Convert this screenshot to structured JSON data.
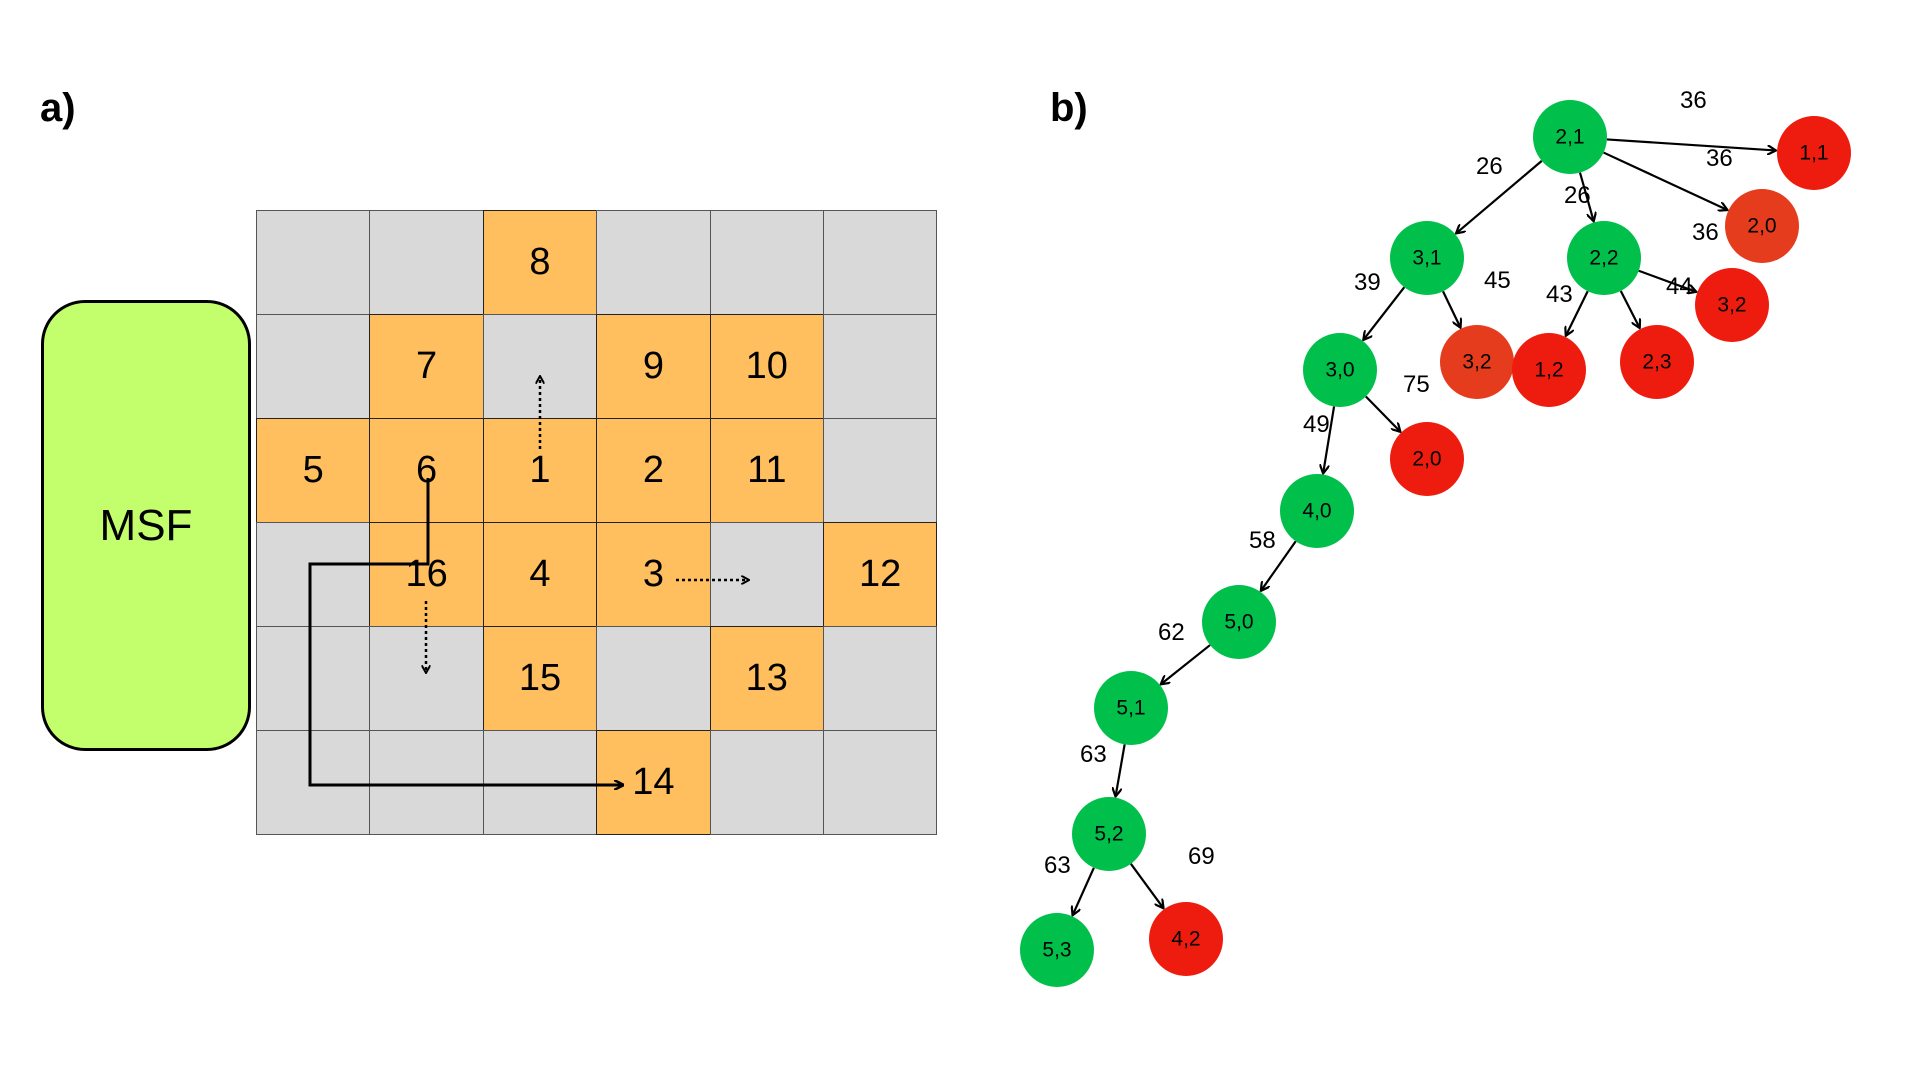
{
  "panel_a": {
    "label": "a)",
    "msf_label": "MSF",
    "rows": [
      [
        "",
        "",
        "8",
        "",
        "",
        ""
      ],
      [
        "",
        "7",
        "",
        "9",
        "10",
        ""
      ],
      [
        "5",
        "6",
        "1",
        "2",
        "11",
        ""
      ],
      [
        "",
        "16",
        "4",
        "3",
        "",
        "12"
      ],
      [
        "",
        "",
        "15",
        "",
        "13",
        ""
      ],
      [
        "",
        "",
        "",
        "14",
        "",
        ""
      ]
    ],
    "highlighted": [
      [
        false,
        false,
        true,
        false,
        false,
        false
      ],
      [
        false,
        true,
        false,
        true,
        true,
        false
      ],
      [
        true,
        true,
        true,
        true,
        true,
        false
      ],
      [
        false,
        true,
        true,
        true,
        false,
        true
      ],
      [
        false,
        false,
        true,
        false,
        true,
        false
      ],
      [
        false,
        false,
        false,
        true,
        false,
        false
      ]
    ],
    "colors": {
      "cell": "#d9d9d9",
      "highlight": "#ffbf5e",
      "msf": "#c3ff6c"
    }
  },
  "panel_b": {
    "label": "b)",
    "colors": {
      "explored": "#00c04b",
      "pruned": "#ee1c0e",
      "pruned_alt": "#e63c1e"
    },
    "nodes": [
      {
        "id": "n21",
        "label": "2,1",
        "status": "explored"
      },
      {
        "id": "n11",
        "label": "1,1",
        "status": "pruned"
      },
      {
        "id": "n20a",
        "label": "2,0",
        "status": "pruned_alt"
      },
      {
        "id": "n31",
        "label": "3,1",
        "status": "explored"
      },
      {
        "id": "n22",
        "label": "2,2",
        "status": "explored"
      },
      {
        "id": "n32a",
        "label": "3,2",
        "status": "pruned"
      },
      {
        "id": "n30",
        "label": "3,0",
        "status": "explored"
      },
      {
        "id": "n32b",
        "label": "3,2",
        "status": "pruned_alt"
      },
      {
        "id": "n12",
        "label": "1,2",
        "status": "pruned"
      },
      {
        "id": "n23",
        "label": "2,3",
        "status": "pruned"
      },
      {
        "id": "n20b",
        "label": "2,0",
        "status": "pruned"
      },
      {
        "id": "n40",
        "label": "4,0",
        "status": "explored"
      },
      {
        "id": "n50",
        "label": "5,0",
        "status": "explored"
      },
      {
        "id": "n51",
        "label": "5,1",
        "status": "explored"
      },
      {
        "id": "n52",
        "label": "5,2",
        "status": "explored"
      },
      {
        "id": "n53",
        "label": "5,3",
        "status": "explored"
      },
      {
        "id": "n42",
        "label": "4,2",
        "status": "pruned"
      }
    ],
    "edges": [
      {
        "from": "n21",
        "to": "n11",
        "label": "36"
      },
      {
        "from": "n21",
        "to": "n20a",
        "label": "36"
      },
      {
        "from": "n21",
        "to": "n31",
        "label": "26"
      },
      {
        "from": "n21",
        "to": "n22",
        "label": "26"
      },
      {
        "from": "n22",
        "to": "n32a",
        "label": "36"
      },
      {
        "from": "n31",
        "to": "n30",
        "label": "39"
      },
      {
        "from": "n31",
        "to": "n32b",
        "label": "45"
      },
      {
        "from": "n22",
        "to": "n12",
        "label": "43"
      },
      {
        "from": "n22",
        "to": "n23",
        "label": "44"
      },
      {
        "from": "n30",
        "to": "n20b",
        "label": "75"
      },
      {
        "from": "n30",
        "to": "n40",
        "label": "49"
      },
      {
        "from": "n40",
        "to": "n50",
        "label": "58"
      },
      {
        "from": "n50",
        "to": "n51",
        "label": "62"
      },
      {
        "from": "n51",
        "to": "n52",
        "label": "63"
      },
      {
        "from": "n52",
        "to": "n53",
        "label": "63"
      },
      {
        "from": "n52",
        "to": "n42",
        "label": "69"
      }
    ]
  }
}
